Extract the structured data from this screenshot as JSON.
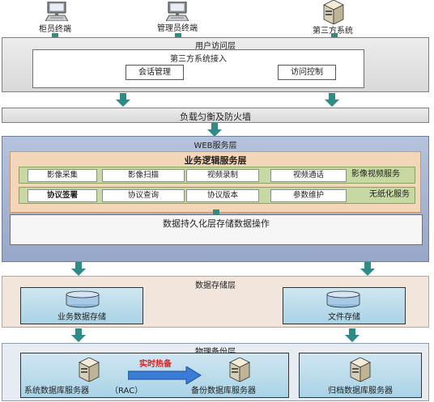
{
  "terminals": {
    "counter": "柜员终端",
    "admin": "管理员终端",
    "third_party": "第三方系统"
  },
  "user_access_layer": {
    "title": "用户访问层",
    "third_party_access": "第三方系统接入",
    "session_mgmt": "会话管理",
    "access_control": "访问控制"
  },
  "load_balance": {
    "title": "负载匀衡及防火墙"
  },
  "web_layer": {
    "title": "WEB服务层",
    "business_title": "业务逻辑服务层",
    "row1": {
      "cells": [
        "影像采集",
        "影像扫描",
        "视频录制",
        "视频通话"
      ],
      "label": "影像视频服务"
    },
    "row2": {
      "cells": [
        "协议签署",
        "协议查询",
        "协议版本",
        "参数维护"
      ],
      "label": "无纸化服务"
    },
    "persistence_title": "数据持久化层存储数据操作"
  },
  "storage_layer": {
    "title": "数据存储层",
    "business_storage": "业务数据存储",
    "file_storage": "文件存储"
  },
  "backup_layer": {
    "title": "物理备份层",
    "hot_standby": "实时热备",
    "system_db": "系统数据库服务器",
    "rac": "（RAC）",
    "backup_db": "备份数据库服务器",
    "archive_db": "归档数据库服务器"
  },
  "colors": {
    "arrow": "#2e8b85",
    "web_layer": "#a6b5d2",
    "business_layer": "#f3d6b8",
    "service_row": "#c6d9a2",
    "storage_layer": "#f2e6dc",
    "cylinder": "#8fb9d8",
    "hot_standby_text": "#e02020",
    "hot_standby_arrow": "#3a7bd5"
  },
  "icons": [
    "computer-icon",
    "server-icon",
    "cylinder-icon",
    "arrow-down-icon"
  ]
}
